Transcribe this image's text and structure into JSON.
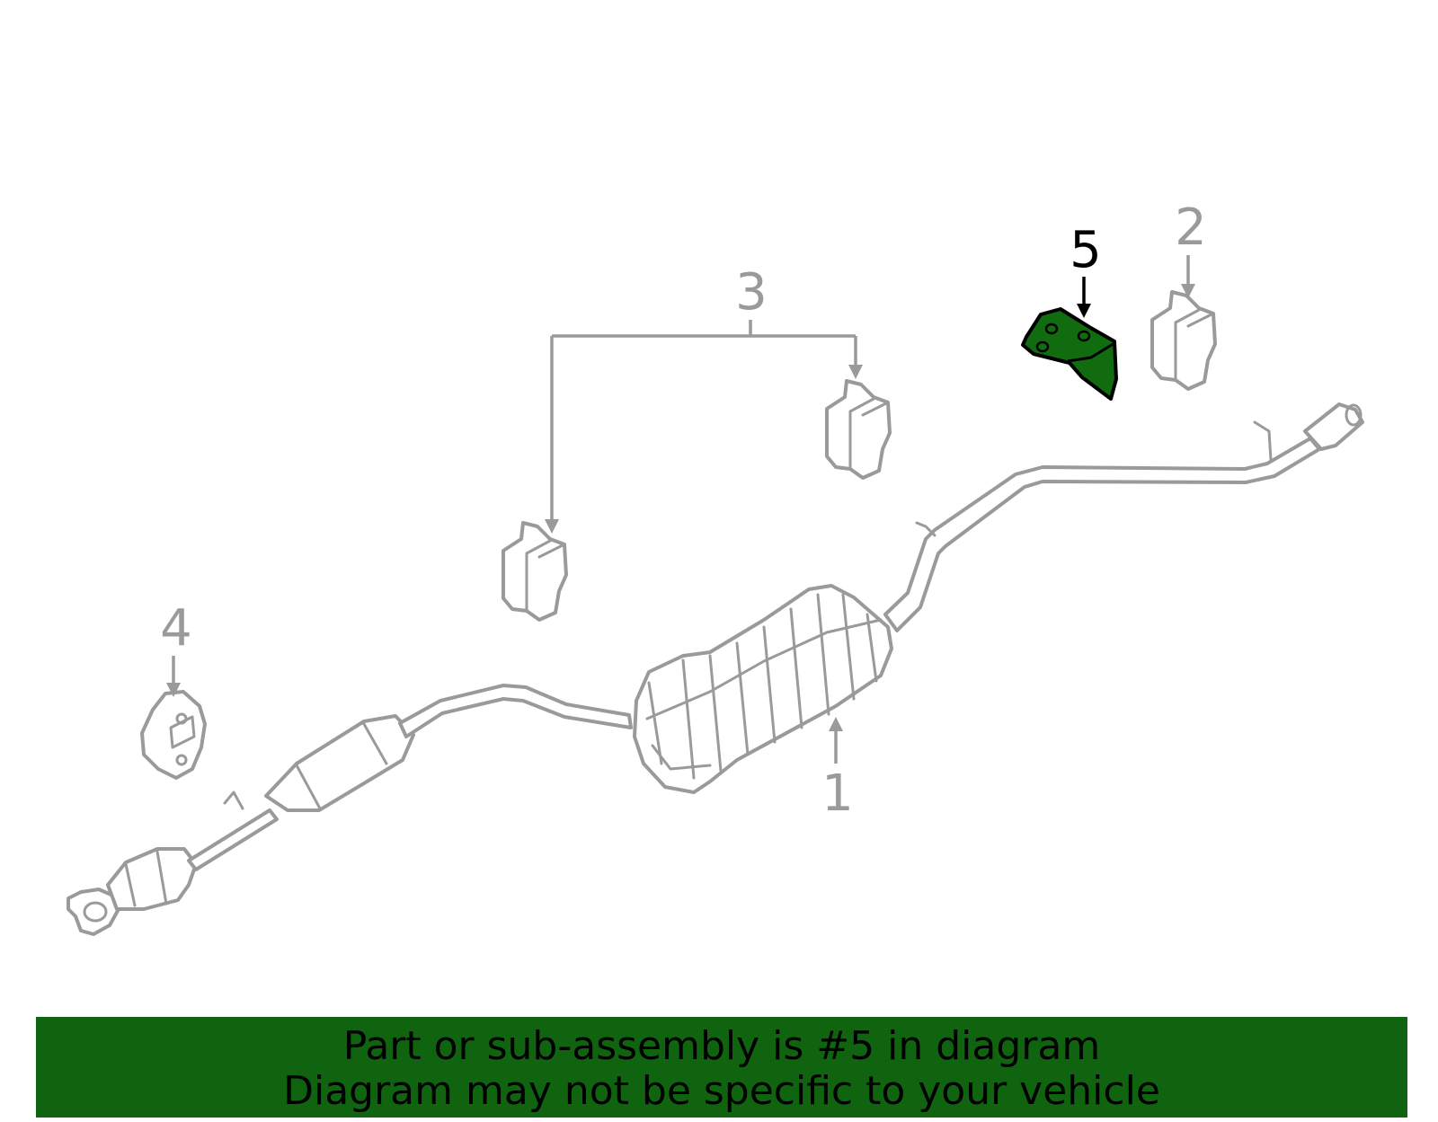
{
  "callouts": {
    "part1": "1",
    "part2": "2",
    "part3": "3",
    "part4": "4",
    "part5": "5"
  },
  "highlight": {
    "part_number": "5",
    "fill_color": "#116c0f",
    "outline_color": "#000000"
  },
  "diagram_colors": {
    "line": "#9a9a9a",
    "background": "#ffffff"
  },
  "banner": {
    "line1": "Part or sub-assembly is #5 in diagram",
    "line2": "Diagram may not be specific to your vehicle",
    "background": "#106410"
  }
}
